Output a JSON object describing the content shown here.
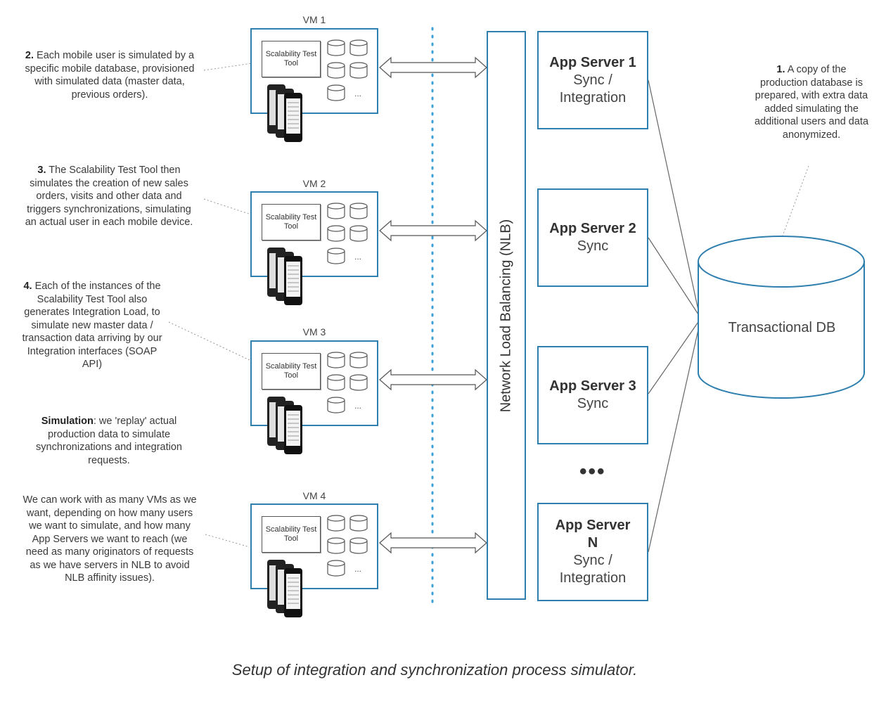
{
  "notes": {
    "note2": {
      "num": "2.",
      "text": " Each mobile user is simulated by a specific mobile database, provisioned with simulated data (master data, previous orders)."
    },
    "note3": {
      "num": "3.",
      "text": " The Scalability Test Tool then simulates the creation of new sales orders, visits and other data and triggers synchronizations, simulating an actual user in each mobile device."
    },
    "note4": {
      "num": "4.",
      "text": " Each of the instances of the Scalability Test Tool also generates Integration Load, to simulate new master data / transaction data arriving by our Integration interfaces (SOAP API)"
    },
    "simulation": {
      "num": "Simulation",
      "text": ": we 'replay' actual production data to simulate synchronizations and integration requests."
    },
    "vms": {
      "text": "We can work with as many VMs as we want, depending on how many users we want to simulate, and how many App Servers we want to reach (we need as many originators of requests as we have servers in NLB to avoid NLB affinity issues)."
    },
    "note1": {
      "num": "1.",
      "text": " A copy of the production database is prepared, with extra data added simulating the additional users and data anonymized."
    }
  },
  "vms": [
    {
      "title": "VM 1",
      "tool": "Scalability Test Tool",
      "more": "..."
    },
    {
      "title": "VM 2",
      "tool": "Scalability Test Tool",
      "more": "..."
    },
    {
      "title": "VM 3",
      "tool": "Scalability Test Tool",
      "more": "..."
    },
    {
      "title": "VM 4",
      "tool": "Scalability Test Tool",
      "more": "..."
    }
  ],
  "nlb": {
    "label": "Network Load Balancing (NLB)"
  },
  "app_servers": [
    {
      "title": "App Server 1",
      "subtitle": "Sync / Integration"
    },
    {
      "title": "App Server 2",
      "subtitle": "Sync"
    },
    {
      "title": "App Server 3",
      "subtitle": "Sync"
    },
    {
      "title": "App Server N",
      "subtitle": "Sync / Integration"
    }
  ],
  "ellipsis": "•••",
  "database": {
    "label": "Transactional DB"
  },
  "caption": "Setup of integration and synchronization process simulator.",
  "colors": {
    "accent": "#2e7fae",
    "dotted_line": "#3aa0d8",
    "text": "#333333"
  }
}
